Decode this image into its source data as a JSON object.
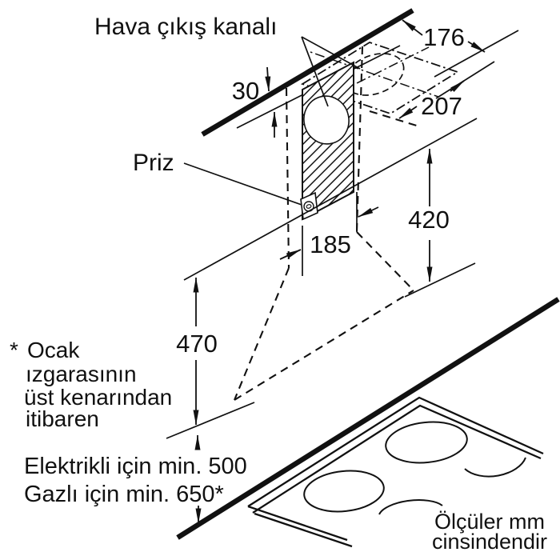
{
  "diagram": {
    "title": "Hava çıkış kanalı",
    "socket_label": "Priz",
    "dimensions": {
      "ceiling_gap": "30",
      "duct_width": "176",
      "duct_depth": "207",
      "mounting_width": "185",
      "chimney_height": "420",
      "hood_height": "470"
    },
    "clearance": {
      "electric": "Elektrikli için min. 500",
      "gas": "Gazlı için min. 650*"
    },
    "footnote": {
      "marker": "*",
      "line1": "Ocak",
      "line2": "ızgarasının",
      "line3": "üst kenarından",
      "line4": "itibaren"
    },
    "units_note": {
      "line1": "Ölçüler mm",
      "line2": "cinsindendir"
    },
    "colors": {
      "ink": "#111111",
      "background": "#ffffff"
    }
  }
}
